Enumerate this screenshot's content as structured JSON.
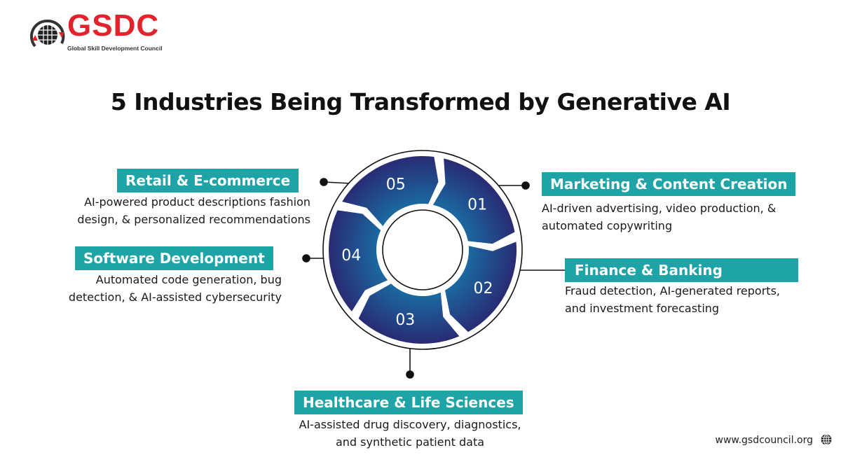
{
  "brand": {
    "name": "GSDC",
    "subtitle": "Global Skill Development Council",
    "color": "#e3232b"
  },
  "title": "5 Industries Being Transformed by Generative AI",
  "accent": "#1ea3a6",
  "cycle": {
    "segments": [
      "01",
      "02",
      "03",
      "04",
      "05"
    ],
    "color_dark": "#2a2670",
    "color_light": "#1a6ba3"
  },
  "industries": [
    {
      "num": "01",
      "label": "Marketing & Content Creation",
      "desc_lines": [
        "AI-driven advertising, video production, &",
        "automated copywriting"
      ]
    },
    {
      "num": "02",
      "label": "Finance & Banking",
      "desc_lines": [
        "Fraud detection, AI-generated reports,",
        "and investment forecasting"
      ]
    },
    {
      "num": "03",
      "label": "Healthcare & Life Sciences",
      "desc_lines": [
        "AI-assisted drug discovery, diagnostics,",
        "and synthetic patient data"
      ]
    },
    {
      "num": "04",
      "label": "Software Development",
      "desc_lines": [
        "Automated code generation, bug",
        "detection, & AI-assisted cybersecurity"
      ]
    },
    {
      "num": "05",
      "label": "Retail & E-commerce",
      "desc_lines": [
        "AI-powered product descriptions fashion",
        "design, & personalized recommendations"
      ]
    }
  ],
  "footer": {
    "url": "www.gsdcouncil.org",
    "icon": "globe-icon"
  }
}
